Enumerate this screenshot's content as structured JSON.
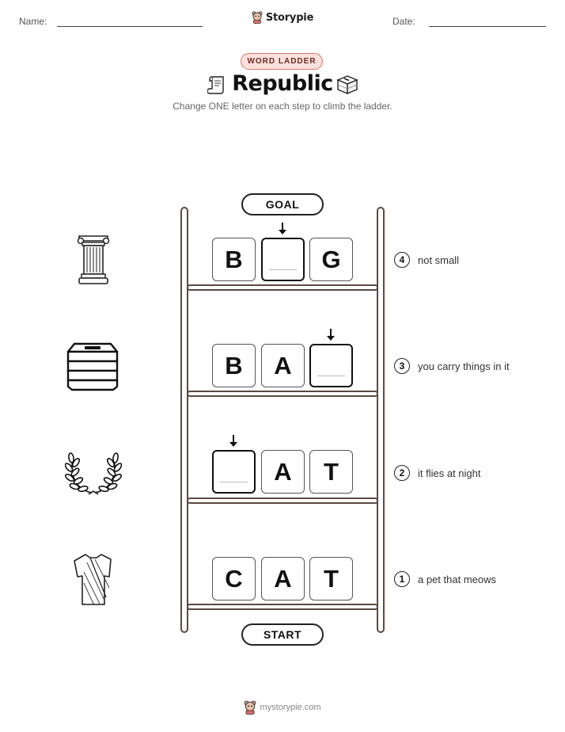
{
  "header": {
    "name_label": "Name:",
    "date_label": "Date:",
    "brand": "Storypie"
  },
  "badge": "WORD LADDER",
  "title": "Republic",
  "subtitle": "Change ONE letter on each step to climb the ladder.",
  "goal_label": "GOAL",
  "start_label": "START",
  "rows": [
    {
      "letters": [
        "B",
        "",
        "G"
      ],
      "clue_number": "4",
      "clue": "not small",
      "illustration": "column-icon"
    },
    {
      "letters": [
        "B",
        "A",
        ""
      ],
      "clue_number": "3",
      "clue": "you carry things in it",
      "illustration": "ballot-box-icon"
    },
    {
      "letters": [
        "",
        "A",
        "T"
      ],
      "clue_number": "2",
      "clue": "it flies at night",
      "illustration": "laurel-wreath-icon"
    },
    {
      "letters": [
        "C",
        "A",
        "T"
      ],
      "clue_number": "1",
      "clue": "a pet that meows",
      "illustration": "toga-icon"
    }
  ],
  "footer": "mystorypie.com",
  "colors": {
    "badge_bg": "#fbe0dc",
    "badge_border": "#d87a6e",
    "ladder": "#5a4a42"
  }
}
